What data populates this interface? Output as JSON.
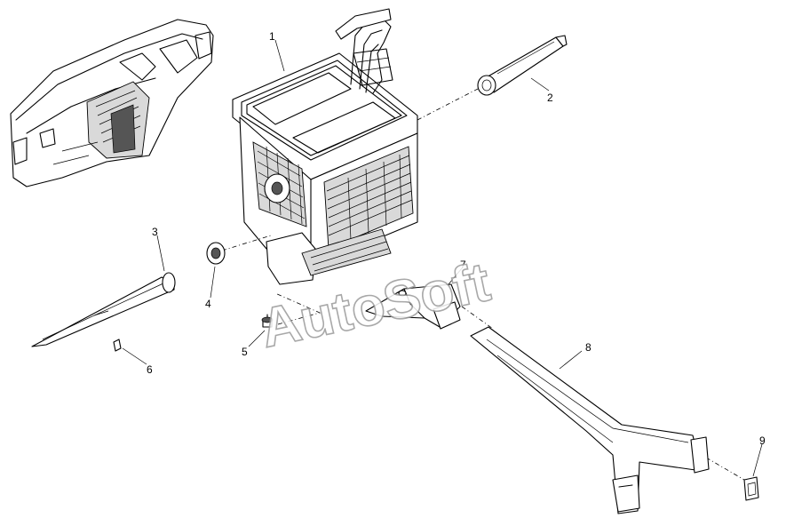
{
  "diagram": {
    "callouts": [
      {
        "id": "c1",
        "label": "1"
      },
      {
        "id": "c2",
        "label": "2"
      },
      {
        "id": "c3",
        "label": "3"
      },
      {
        "id": "c4",
        "label": "4"
      },
      {
        "id": "c5",
        "label": "5"
      },
      {
        "id": "c6",
        "label": "6"
      },
      {
        "id": "c7",
        "label": "7"
      },
      {
        "id": "c8",
        "label": "8"
      },
      {
        "id": "c9",
        "label": "9"
      }
    ],
    "watermark": "AutoSoft"
  }
}
